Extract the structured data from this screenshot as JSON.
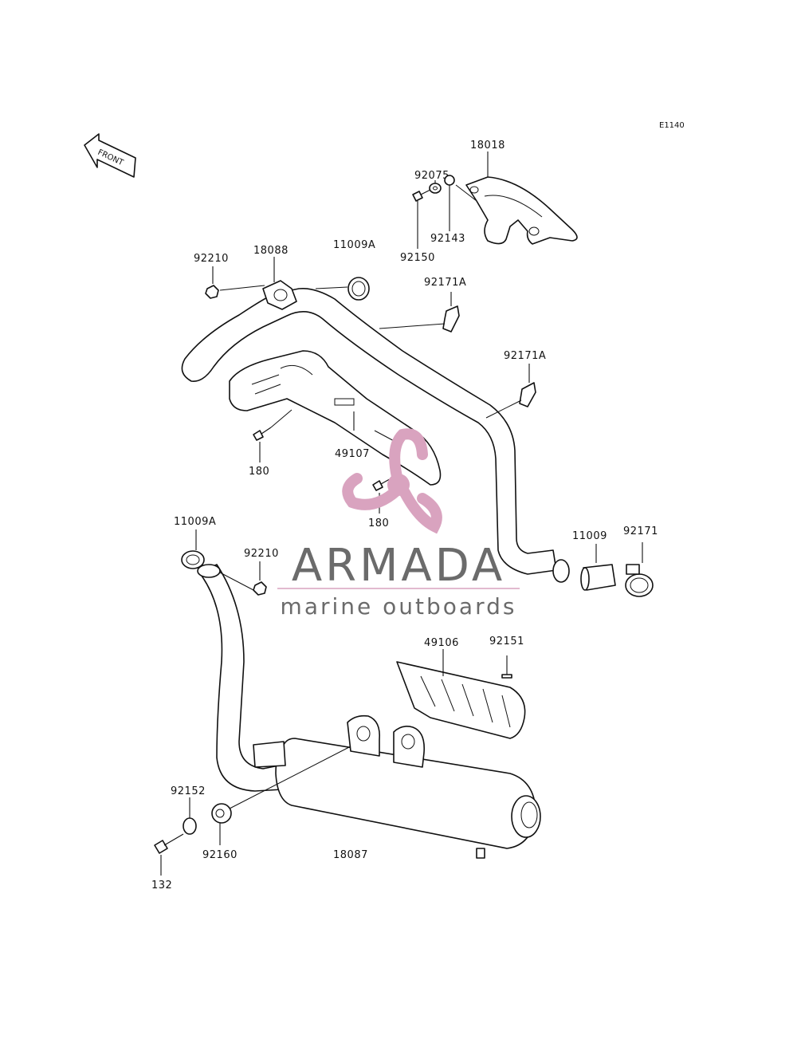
{
  "diagram": {
    "code": "E1140",
    "front_label": "FRONT"
  },
  "callouts": {
    "c18018": "18018",
    "c92075": "92075",
    "c92143": "92143",
    "c92150": "92150",
    "c92210_top": "92210",
    "c18088": "18088",
    "c11009A_top": "11009A",
    "c92171A_1": "92171A",
    "c92171A_2": "92171A",
    "c180_left": "180",
    "c49107": "49107",
    "c180_center": "180",
    "c11009A_left": "11009A",
    "c92210_mid": "92210",
    "c11009": "11009",
    "c92171": "92171",
    "c49106": "49106",
    "c92151": "92151",
    "c92152": "92152",
    "c92160": "92160",
    "c18087": "18087",
    "c132": "132"
  },
  "watermark": {
    "brand": "ARMADA",
    "tagline": "marine outboards",
    "accent_color": "#d9a3bf",
    "text_color": "#6b6b6b",
    "icon": "propeller-logo"
  }
}
